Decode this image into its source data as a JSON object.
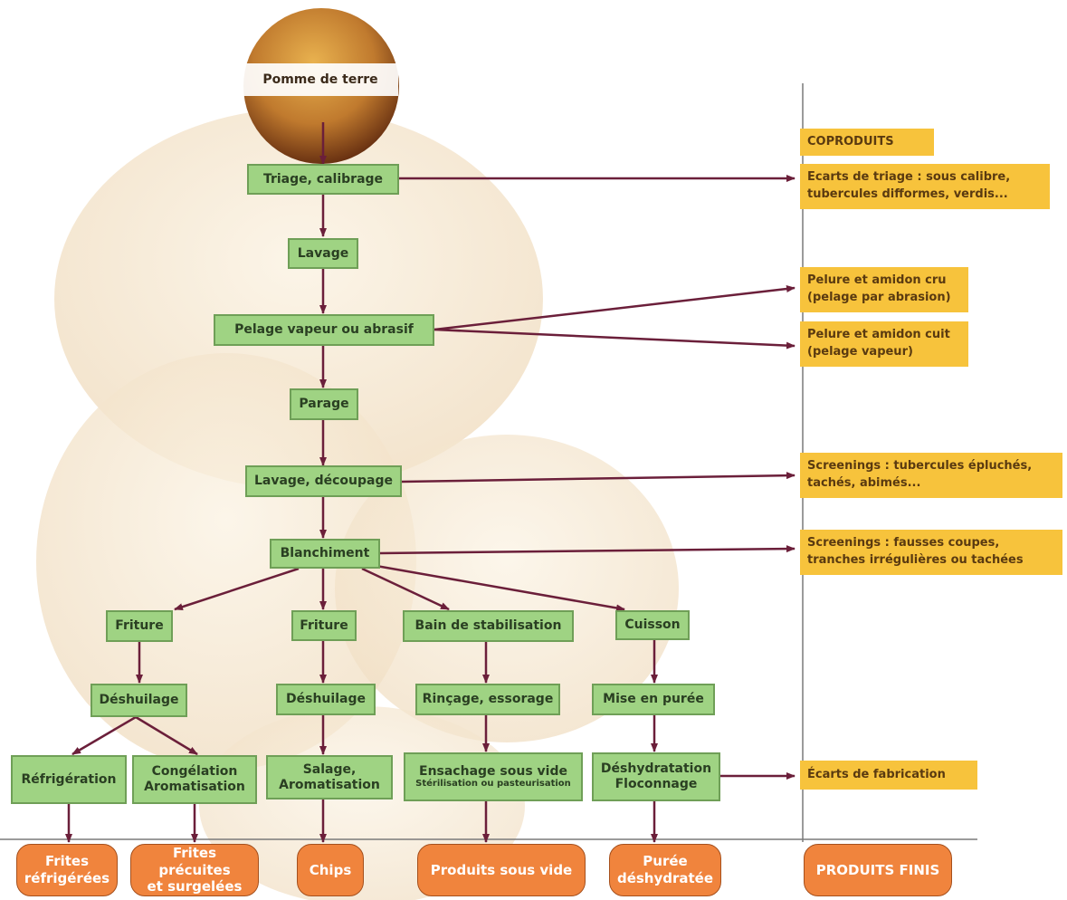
{
  "source": "Pomme de terre",
  "steps": {
    "triage": "Triage, calibrage",
    "lavage": "Lavage",
    "pelage": "Pelage vapeur ou abrasif",
    "parage": "Parage",
    "lavage_decoupage": "Lavage, découpage",
    "blanchiment": "Blanchiment",
    "friture_1": "Friture",
    "friture_2": "Friture",
    "bain": "Bain de stabilisation",
    "cuisson": "Cuisson",
    "deshuilage_1": "Déshuilage",
    "deshuilage_2": "Déshuilage",
    "rincage": "Rinçage, essorage",
    "puree": "Mise en purée",
    "refrigeration": "Réfrigération",
    "congelation": {
      "line1": "Congélation",
      "line2": "Aromatisation"
    },
    "salage": {
      "line1": "Salage,",
      "line2": "Aromatisation"
    },
    "ensachage": {
      "line1": "Ensachage sous vide",
      "line2": "Stérilisation ou pasteurisation"
    },
    "deshydratation": {
      "line1": "Déshydratation",
      "line2": "Floconnage"
    }
  },
  "coproducts": {
    "header": "COPRODUITS",
    "items": [
      {
        "line1": "Ecarts de triage : sous calibre,",
        "line2": "tubercules difformes, verdis..."
      },
      {
        "line1": "Pelure et amidon cru",
        "line2": "(pelage par abrasion)"
      },
      {
        "line1": "Pelure et amidon cuit",
        "line2": "(pelage vapeur)"
      },
      {
        "line1": "Screenings : tubercules épluchés,",
        "line2": "tachés, abimés..."
      },
      {
        "line1": "Screenings : fausses coupes,",
        "line2": "tranches irrégulières ou tachées"
      },
      {
        "line1": "Écarts de fabrication",
        "line2": ""
      }
    ]
  },
  "finished_products": {
    "header": "PRODUITS FINIS",
    "items": [
      {
        "line1": "Frites",
        "line2": "réfrigérées"
      },
      {
        "line1": "Frites précuites",
        "line2": "et surgelées"
      },
      {
        "line1": "Chips",
        "line2": ""
      },
      {
        "line1": "Produits sous vide",
        "line2": ""
      },
      {
        "line1": "Purée",
        "line2": "déshydratée"
      }
    ]
  },
  "colors": {
    "step_fill": "#9fd383",
    "step_border": "#6f9f57",
    "coproduct_fill": "#f7c33c",
    "product_fill": "#f0843d",
    "arrow": "#6b1f3a"
  }
}
